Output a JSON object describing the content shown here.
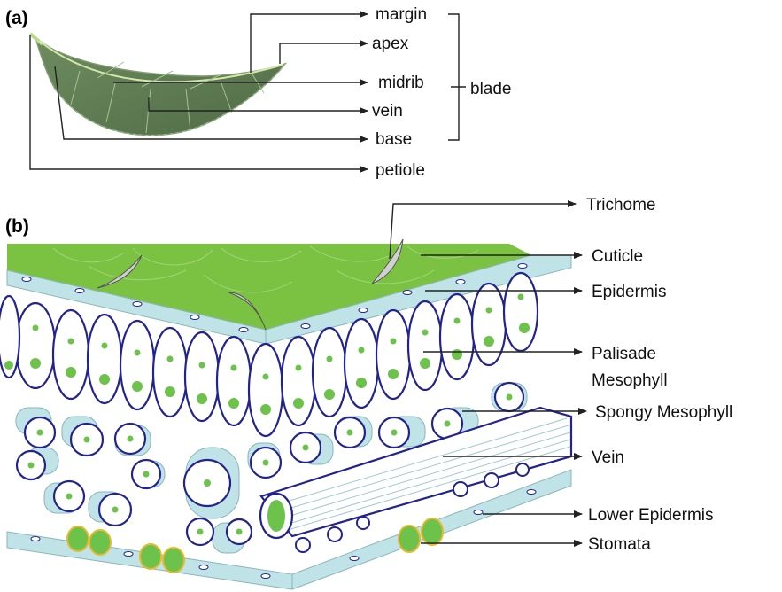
{
  "panel_a": {
    "tag": "(a)",
    "labels": {
      "margin": "margin",
      "apex": "apex",
      "midrib": "midrib",
      "vein": "vein",
      "base": "base",
      "petiole": "petiole",
      "blade": "blade"
    }
  },
  "panel_b": {
    "tag": "(b)",
    "labels": {
      "trichome": "Trichome",
      "cuticle": "Cuticle",
      "epidermis": "Epidermis",
      "palisade_1": "Palisade",
      "palisade_2": "Mesophyll",
      "spongy": "Spongy Mesophyll",
      "vein": "Vein",
      "lower_epidermis": "Lower Epidermis",
      "stomata": "Stomata"
    }
  },
  "colors": {
    "leaf_green": "#5d7a52",
    "cuticle_green": "#7cc242",
    "epidermis_blue": "#bfe3e6",
    "cell_outline": "#23238f",
    "chloroplast": "#6cc24a",
    "guard_cell": "#e8b830",
    "trichome": "#d0d0d0"
  }
}
